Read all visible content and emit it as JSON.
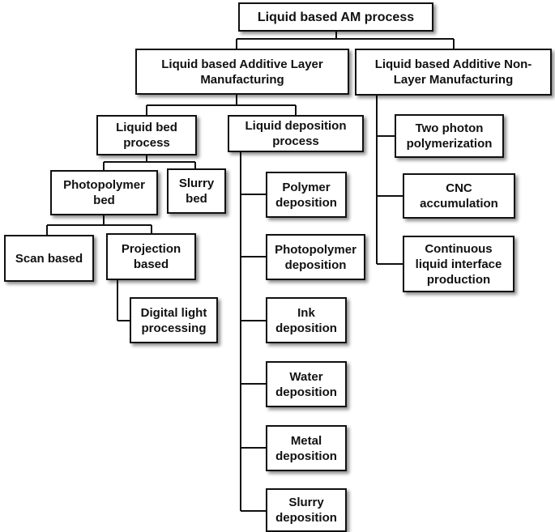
{
  "nodes": {
    "root": "Liquid based AM process",
    "layer": "Liquid based Additive Layer\nManufacturing",
    "nonlayer": "Liquid based Additive Non-\nLayer Manufacturing",
    "liquid_bed": "Liquid bed\nprocess",
    "liquid_dep": "Liquid deposition\nprocess",
    "photopolymer_bed": "Photopolymer\nbed",
    "slurry_bed": "Slurry\nbed",
    "scan_based": "Scan based",
    "projection_based": "Projection\nbased",
    "dlp": "Digital light\nprocessing",
    "polymer_dep": "Polymer\ndeposition",
    "photopolymer_dep": "Photopolymer\ndeposition",
    "ink_dep": "Ink\ndeposition",
    "water_dep": "Water\ndeposition",
    "metal_dep": "Metal\ndeposition",
    "slurry_dep": "Slurry\ndeposition",
    "two_photon": "Two photon\npolymerization",
    "cnc": "CNC\naccumulation",
    "clip": "Continuous\nliquid interface\nproduction"
  }
}
